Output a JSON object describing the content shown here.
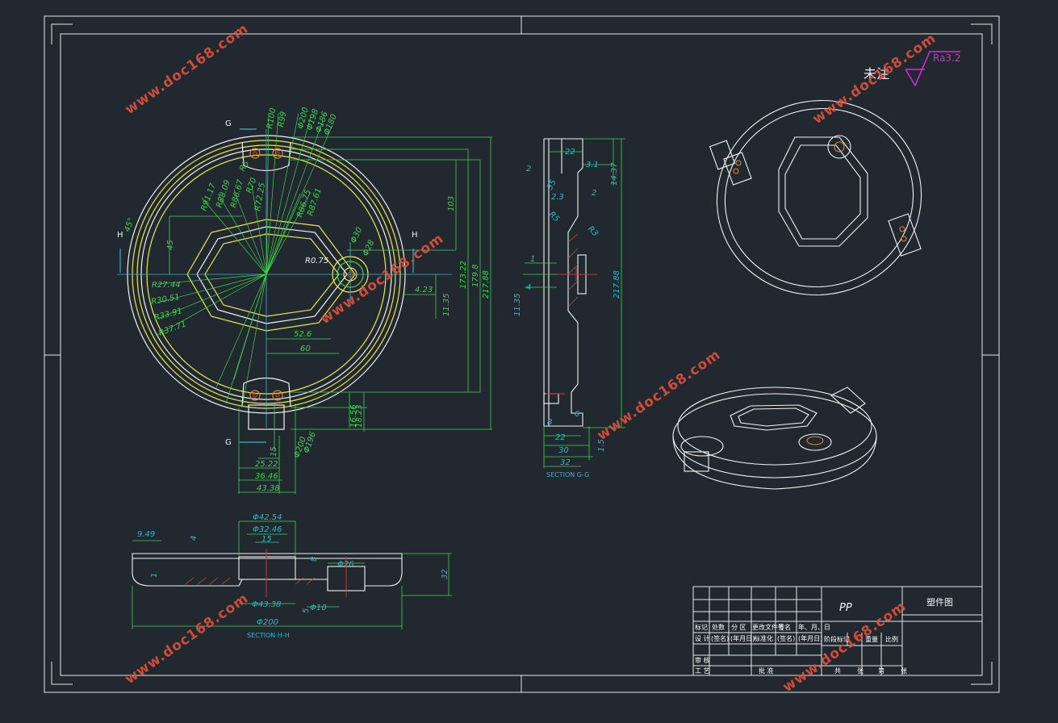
{
  "sheet": {
    "note": "未注",
    "roughness": "Ra3.2",
    "watermark": "www.doc168.com"
  },
  "section_labels": {
    "gg": "SECTION G-G",
    "hh": "SECTION H-H"
  },
  "view_marks": {
    "g": "G",
    "h": "H"
  },
  "top_view_dims": {
    "r100": "R100",
    "r99": "R99",
    "d200": "Φ200",
    "d198": "Φ198",
    "d186": "Φ186",
    "d180": "Φ180",
    "r91": "R91.17",
    "r88": "R88.09",
    "r86": "R86.67",
    "r70": "R70",
    "r72": "R72.25",
    "r5": "R5",
    "r8675": "R86.75",
    "r8761": "R87.61",
    "d30": "Φ30",
    "r075": "R0.75",
    "d28": "Φ28",
    "angle45": "45°",
    "d45": "45",
    "r27": "R27.44",
    "r30": "R30.51",
    "r33": "R33.91",
    "r37": "R37.71",
    "d103": "103",
    "d17322": "173.22",
    "d1798": "179.8",
    "d21788": "217.88",
    "d423": "4.23",
    "d1135": "11.35",
    "d526": "52.6",
    "d60": "60",
    "d1656": "16.56",
    "d1823": "18.23",
    "d15": "15",
    "d2522": "25.22",
    "d3646": "36.46",
    "d4338": "43.38",
    "d200b": "Φ200",
    "d196": "Φ196"
  },
  "gg_dims": {
    "d22": "22",
    "d2": "2",
    "d31": "3.1",
    "d1437": "14.37",
    "d35": "35",
    "d23": "2.3",
    "d2b": "2",
    "r5": "R5",
    "r3": "R3",
    "d1": "1",
    "d4": "4",
    "d1135": "11.35",
    "d21788": "217.88",
    "d8": "8",
    "d6": "6",
    "d22b": "22",
    "d30": "30",
    "d32": "32",
    "d15": "1.5"
  },
  "hh_dims": {
    "d4254": "Φ42.54",
    "d3246": "Φ32.46",
    "d15": "15",
    "d949": "9.49",
    "d4": "4",
    "d26": "Φ26",
    "d8": "8",
    "d32": "32",
    "d4338": "Φ43.38",
    "d10": "Φ10",
    "d200": "Φ200",
    "d5": "5",
    "d1": "1"
  },
  "title_block": {
    "material": "PP",
    "drawing_name": "塑件图",
    "row1": [
      "标记",
      "处数",
      "分 区",
      "更改文件号",
      "签名",
      "年、月、日"
    ],
    "row2": [
      "设 计",
      "(签名)",
      "(年月日)",
      "标准化",
      "(签名)",
      "(年月日)"
    ],
    "stage_row": [
      "阶段标记",
      "重量",
      "比例"
    ],
    "check": "审 核",
    "process": "工 艺",
    "approve": "批 准",
    "sheet_row": [
      "共",
      "张",
      "第",
      "张"
    ]
  }
}
